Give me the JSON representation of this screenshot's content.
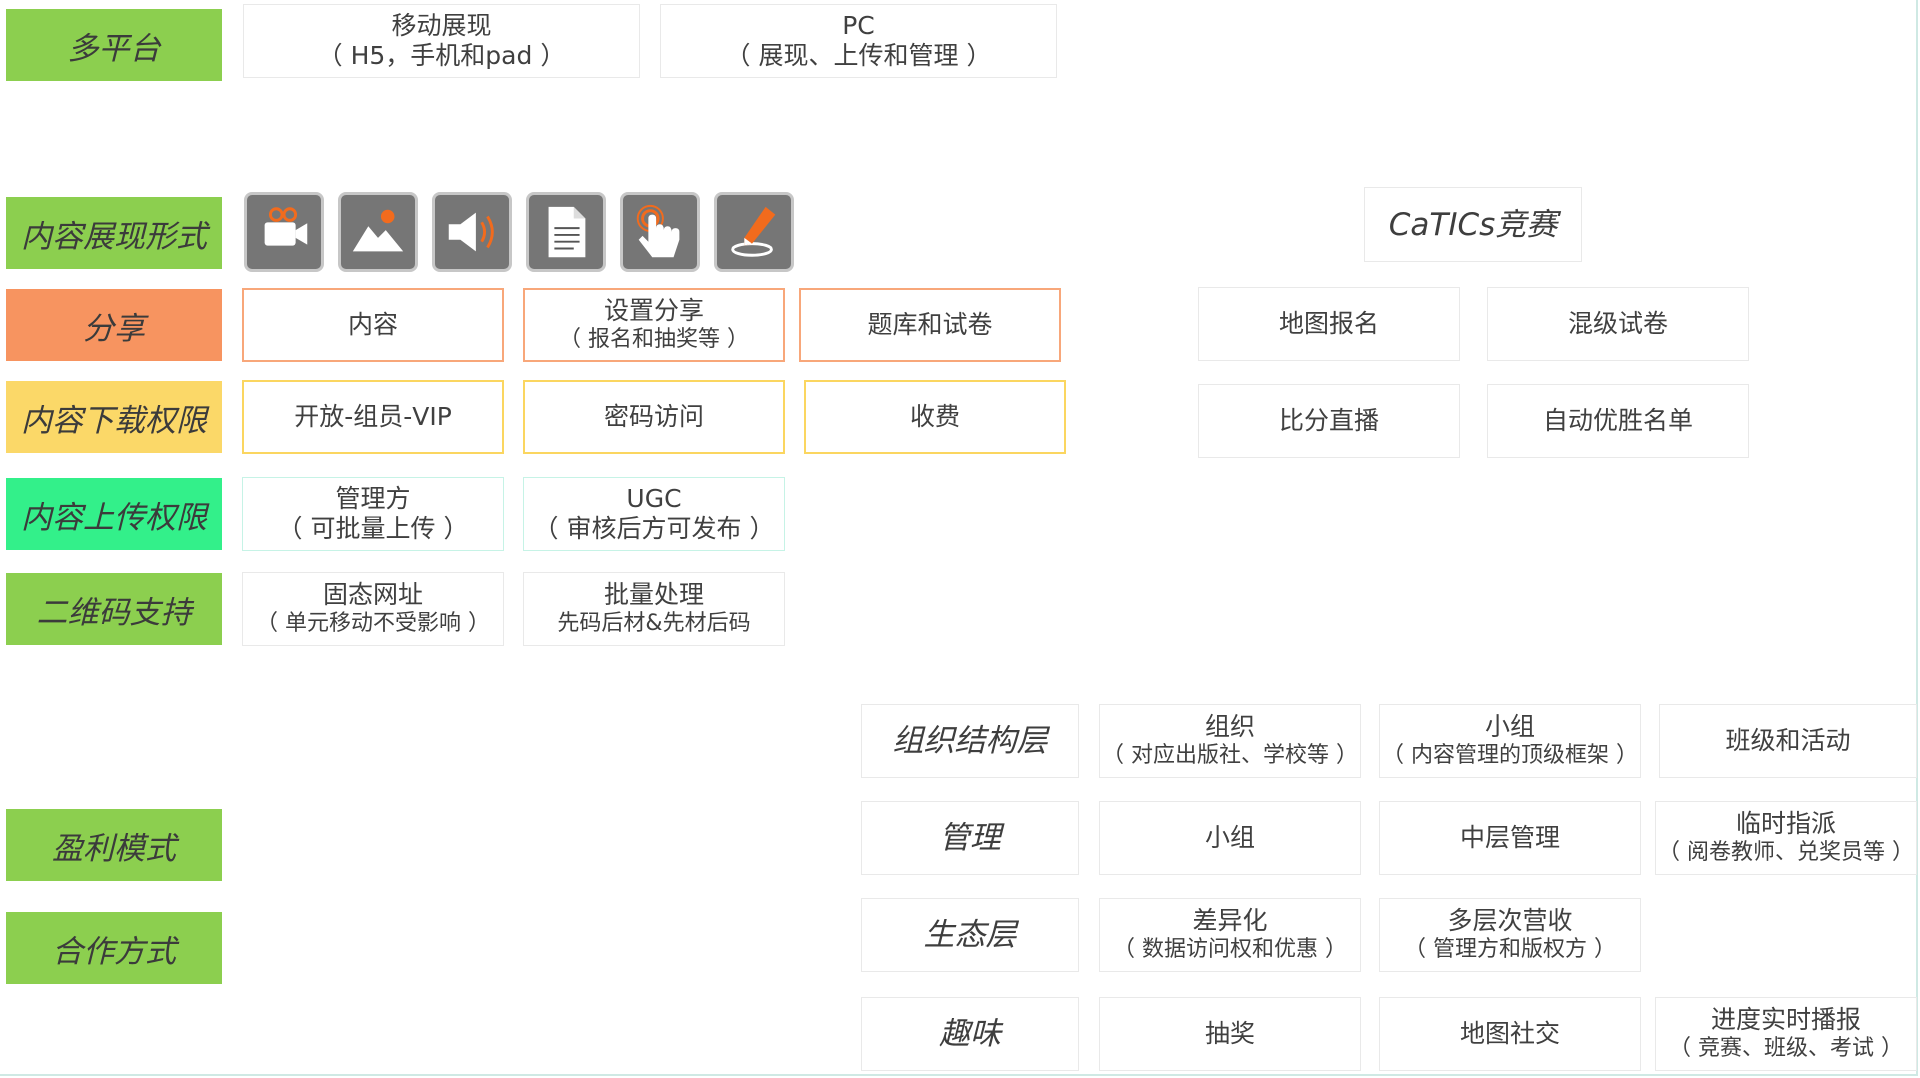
{
  "categories": {
    "multi_platform": "多平台",
    "content_form": "内容展现形式",
    "share": "分享",
    "download_perm": "内容下载权限",
    "upload_perm": "内容上传权限",
    "qr_support": "二维码支持",
    "profit_model": "盈利模式",
    "cooperation": "合作方式"
  },
  "platform": {
    "mobile_title": "移动展现",
    "mobile_sub": "（ H5，手机和pad ）",
    "pc_title": "PC",
    "pc_sub": "（ 展现、上传和管理 ）"
  },
  "content_icons": [
    "video-camera-icon",
    "image-icon",
    "audio-speaker-icon",
    "document-icon",
    "touch-hand-icon",
    "pen-sign-icon"
  ],
  "share": {
    "content": "内容",
    "settings_title": "设置分享",
    "settings_sub": "（ 报名和抽奖等 ）",
    "question_bank": "题库和试卷"
  },
  "download": {
    "open": "开放-组员-VIP",
    "password": "密码访问",
    "charge": "收费"
  },
  "upload": {
    "admin_title": "管理方",
    "admin_sub": "（ 可批量上传 ）",
    "ugc_title": "UGC",
    "ugc_sub": "（ 审核后方可发布 ）"
  },
  "qr": {
    "static_title": "固态网址",
    "static_sub": "（ 单元移动不受影响 ）",
    "batch_title": "批量处理",
    "batch_sub": "先码后材&先材后码"
  },
  "catics": {
    "title": "CaTICs竞赛",
    "map_signup": "地图报名",
    "mixed_papers": "混级试卷",
    "live_score": "比分直播",
    "auto_winners": "自动优胜名单"
  },
  "org": {
    "layer_title": "组织结构层",
    "org_title": "组织",
    "org_sub": "（ 对应出版社、学校等 ）",
    "group_title": "小组",
    "group_sub": "（ 内容管理的顶级框架 ）",
    "class_activity": "班级和活动"
  },
  "manage": {
    "title": "管理",
    "group": "小组",
    "middle": "中层管理",
    "temp_title": "临时指派",
    "temp_sub": "（ 阅卷教师、兑奖员等 ）"
  },
  "eco": {
    "title": "生态层",
    "diff_title": "差异化",
    "diff_sub": "（ 数据访问权和优惠 ）",
    "multi_title": "多层次营收",
    "multi_sub": "（ 管理方和版权方 ）"
  },
  "fun": {
    "title": "趣味",
    "lottery": "抽奖",
    "map_social": "地图社交",
    "progress_title": "进度实时播报",
    "progress_sub": "（ 竞赛、班级、考试 ）"
  },
  "colors": {
    "green": "#8ccf4f",
    "orange": "#f79460",
    "yellow": "#fbd868",
    "teal": "#33f08a",
    "icon_accent": "#f26b1d"
  }
}
